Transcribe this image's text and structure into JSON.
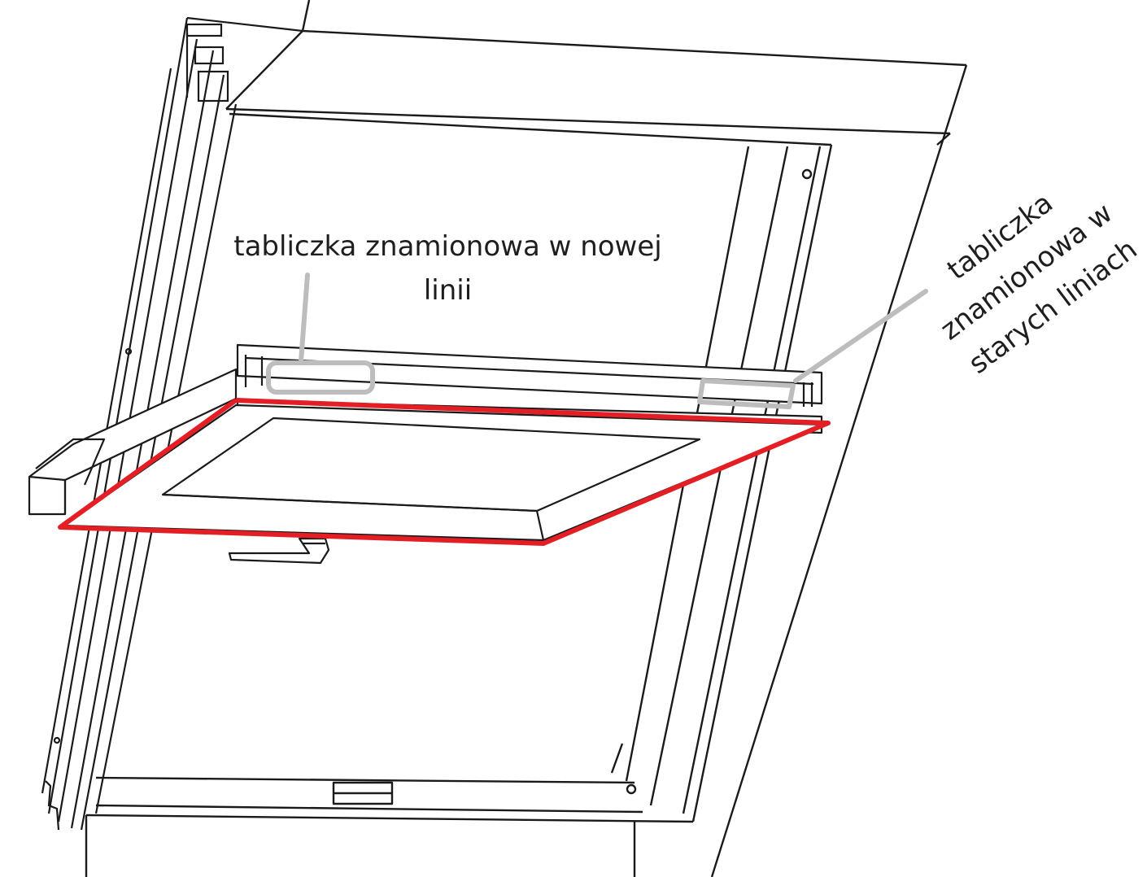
{
  "labels": {
    "new_line": {
      "line1": "tabliczka znamionowa w nowej",
      "line2": "linii"
    },
    "old_lines": {
      "line1": "tabliczka",
      "line2": "znamionowa w",
      "line3": "starych liniach"
    }
  },
  "colors": {
    "outline": "#1a1a1a",
    "callout": "#bdbdbd",
    "highlight": "#e31e24",
    "background": "#ffffff"
  }
}
